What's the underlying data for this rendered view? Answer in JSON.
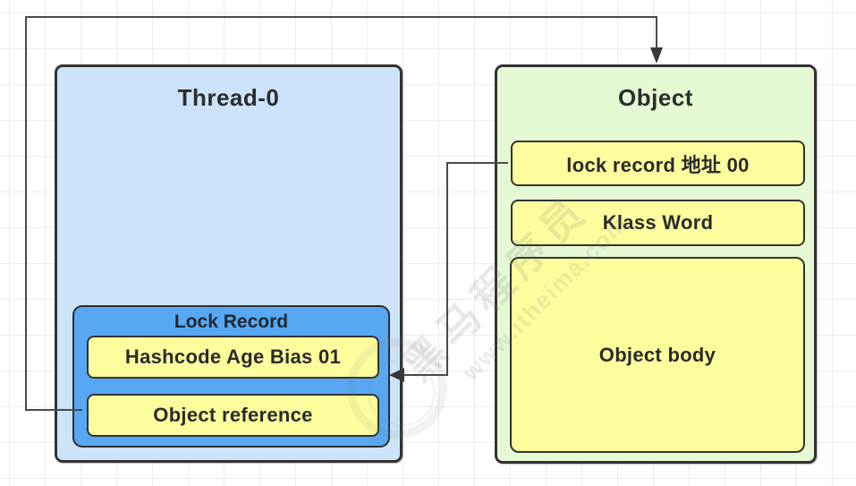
{
  "diagram": {
    "thread": {
      "title": "Thread-0",
      "lock_record": {
        "title": "Lock Record",
        "rows": [
          {
            "label": "Hashcode Age Bias 01"
          },
          {
            "label": "Object reference"
          }
        ]
      }
    },
    "object": {
      "title": "Object",
      "rows": [
        {
          "label": "lock record 地址 00"
        },
        {
          "label": "Klass Word"
        },
        {
          "label": "Object body"
        }
      ]
    },
    "connectors": [
      {
        "name": "object-reference-to-object",
        "from": "Object reference",
        "to": "Object",
        "arrow": "down"
      },
      {
        "name": "lock-record-address-to-lock-record",
        "from": "lock record 地址 00",
        "to": "Lock Record",
        "arrow": "left"
      }
    ],
    "watermark": {
      "brand": "黑马程序员",
      "url": "www.itheima.com"
    },
    "colors": {
      "thread_fill": "#cce3fa",
      "lock_record_fill": "#57a7f3",
      "row_fill": "#fdfd9d",
      "object_fill": "#e5fad4",
      "border": "#333333",
      "connector": "#4a4a4a",
      "text": "#2d2d2d"
    }
  }
}
